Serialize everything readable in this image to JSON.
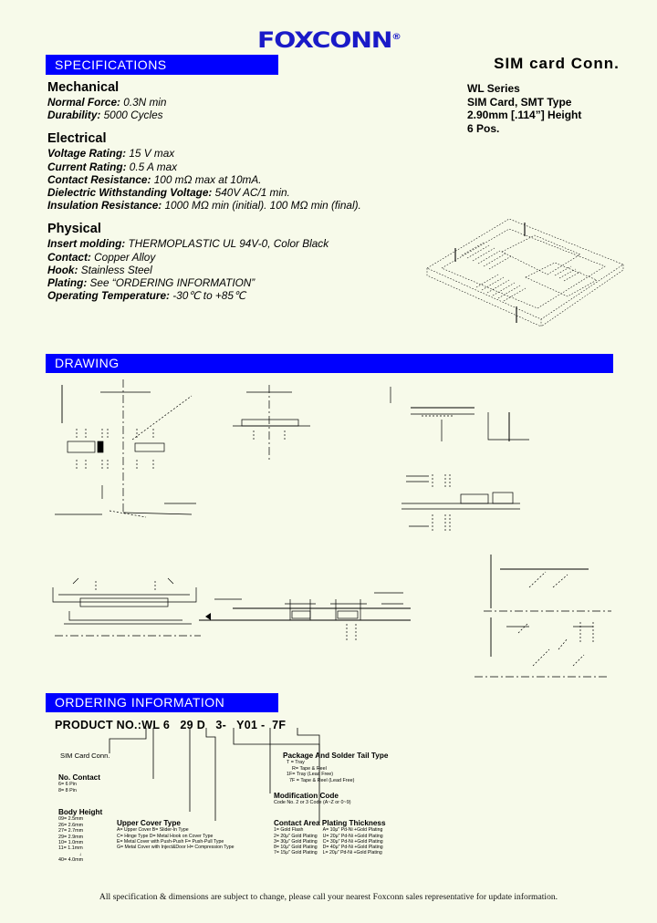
{
  "brand": {
    "logo_text": "FOXCONN",
    "registered_mark": "®"
  },
  "sections": {
    "specifications_label": "SPECIFICATIONS",
    "drawing_label": "DRAWING",
    "ordering_label": "ORDERING   INFORMATION"
  },
  "product": {
    "title": "SIM  card  Conn.",
    "line1": "WL Series",
    "line2": "SIM Card, SMT Type",
    "line3": "2.90mm [.114”] Height",
    "line4": "6 Pos."
  },
  "specs": {
    "mechanical": {
      "heading": "Mechanical",
      "rows": [
        {
          "label": "Normal Force:",
          "value": " 0.3N min"
        },
        {
          "label": "Durability:",
          "value": " 5000 Cycles"
        }
      ]
    },
    "electrical": {
      "heading": "Electrical",
      "rows": [
        {
          "label": "Voltage Rating:",
          "value": " 15 V max"
        },
        {
          "label": "Current Rating:",
          "value": " 0.5 A max"
        },
        {
          "label": "Contact Resistance:",
          "value": " 100 mΩ max at 10mA."
        },
        {
          "label": "Dielectric Withstanding Voltage:",
          "value": " 540V AC/1 min."
        },
        {
          "label": "Insulation Resistance:",
          "value": " 1000 MΩ min (initial). 100 MΩ min (final)."
        }
      ]
    },
    "physical": {
      "heading": "Physical",
      "rows": [
        {
          "label": "Insert molding:",
          "value": " THERMOPLASTIC UL 94V-0, Color Black"
        },
        {
          "label": "Contact:",
          "value": " Copper Alloy"
        },
        {
          "label": "Hook:",
          "value": " Stainless Steel"
        },
        {
          "label": "Plating:",
          "value": " See “ORDERING INFORMATION”"
        },
        {
          "label": "Operating Temperature:",
          "value": " -30℃  to +85℃"
        }
      ]
    }
  },
  "ordering": {
    "product_no_label": "PRODUCT NO.:",
    "product_no_value": "WL 6   29 D   3-   Y01 -  7F",
    "keys": {
      "sim_card_conn": "SIM Card Conn.",
      "no_contact": {
        "title": "No. Contact",
        "items": [
          "6= 6 Pin",
          "8= 8 Pin"
        ]
      },
      "body_height": {
        "title": "Body Height",
        "items": [
          "09= 2.5mm",
          "26= 2.6mm",
          "27= 2.7mm",
          "29= 2.9mm",
          "10= 1.0mm",
          "11= 1.1mm",
          "↓",
          "40= 4.0mm"
        ]
      },
      "upper_cover_type": {
        "title": "Upper Cover Type",
        "items": [
          "A= Upper Cover    B= Slider-In Type",
          "C= Hinge Type        D= Metal Hook on Cover Type",
          "E= Metal Cover with Push-Push   F= Push-Pull Type",
          "G= Metal Cover with Inject&Door  H= Compression Type"
        ]
      },
      "package_solder_tail": {
        "title": "Package And Solder Tail Type",
        "items": [
          "T  = Tray",
          "R= Tape & Reel",
          "1F= Tray (Lead Free)",
          "7F = Tape & Reel (Lead Free)"
        ]
      },
      "modification_code": {
        "title": "Modification Code",
        "items": [
          "Code No. 2 or 3 Code (A~Z or 0~9)"
        ]
      },
      "contact_area_plating": {
        "title": "Contact Area Plating Thickness",
        "left": [
          "1= Gold Flash",
          "2= 20μ\" Gold Plating",
          "3= 30μ\" Gold Plating",
          "8= 10μ\" Gold Plating",
          "7= 15μ\" Gold Plating"
        ],
        "right": [
          "A= 10μ\" Pd-Ni +Gold Plating",
          "U= 20μ\" Pd-Ni +Gold Plating",
          "C= 30μ\" Pd-Ni +Gold Plating",
          "D= 40μ\" Pd-Ni +Gold Plating",
          "L= 20μ\" Pd-Ni +Gold Plating"
        ]
      }
    }
  },
  "footer": {
    "note": "All specification & dimensions are subject to change, please call your nearest Foxconn sales representative for update information."
  },
  "colors": {
    "page_background": "#f7faea",
    "section_bar": "#0000ff",
    "section_bar_text": "#ffffff",
    "logo": "#1a1ac8",
    "text": "#000000"
  }
}
